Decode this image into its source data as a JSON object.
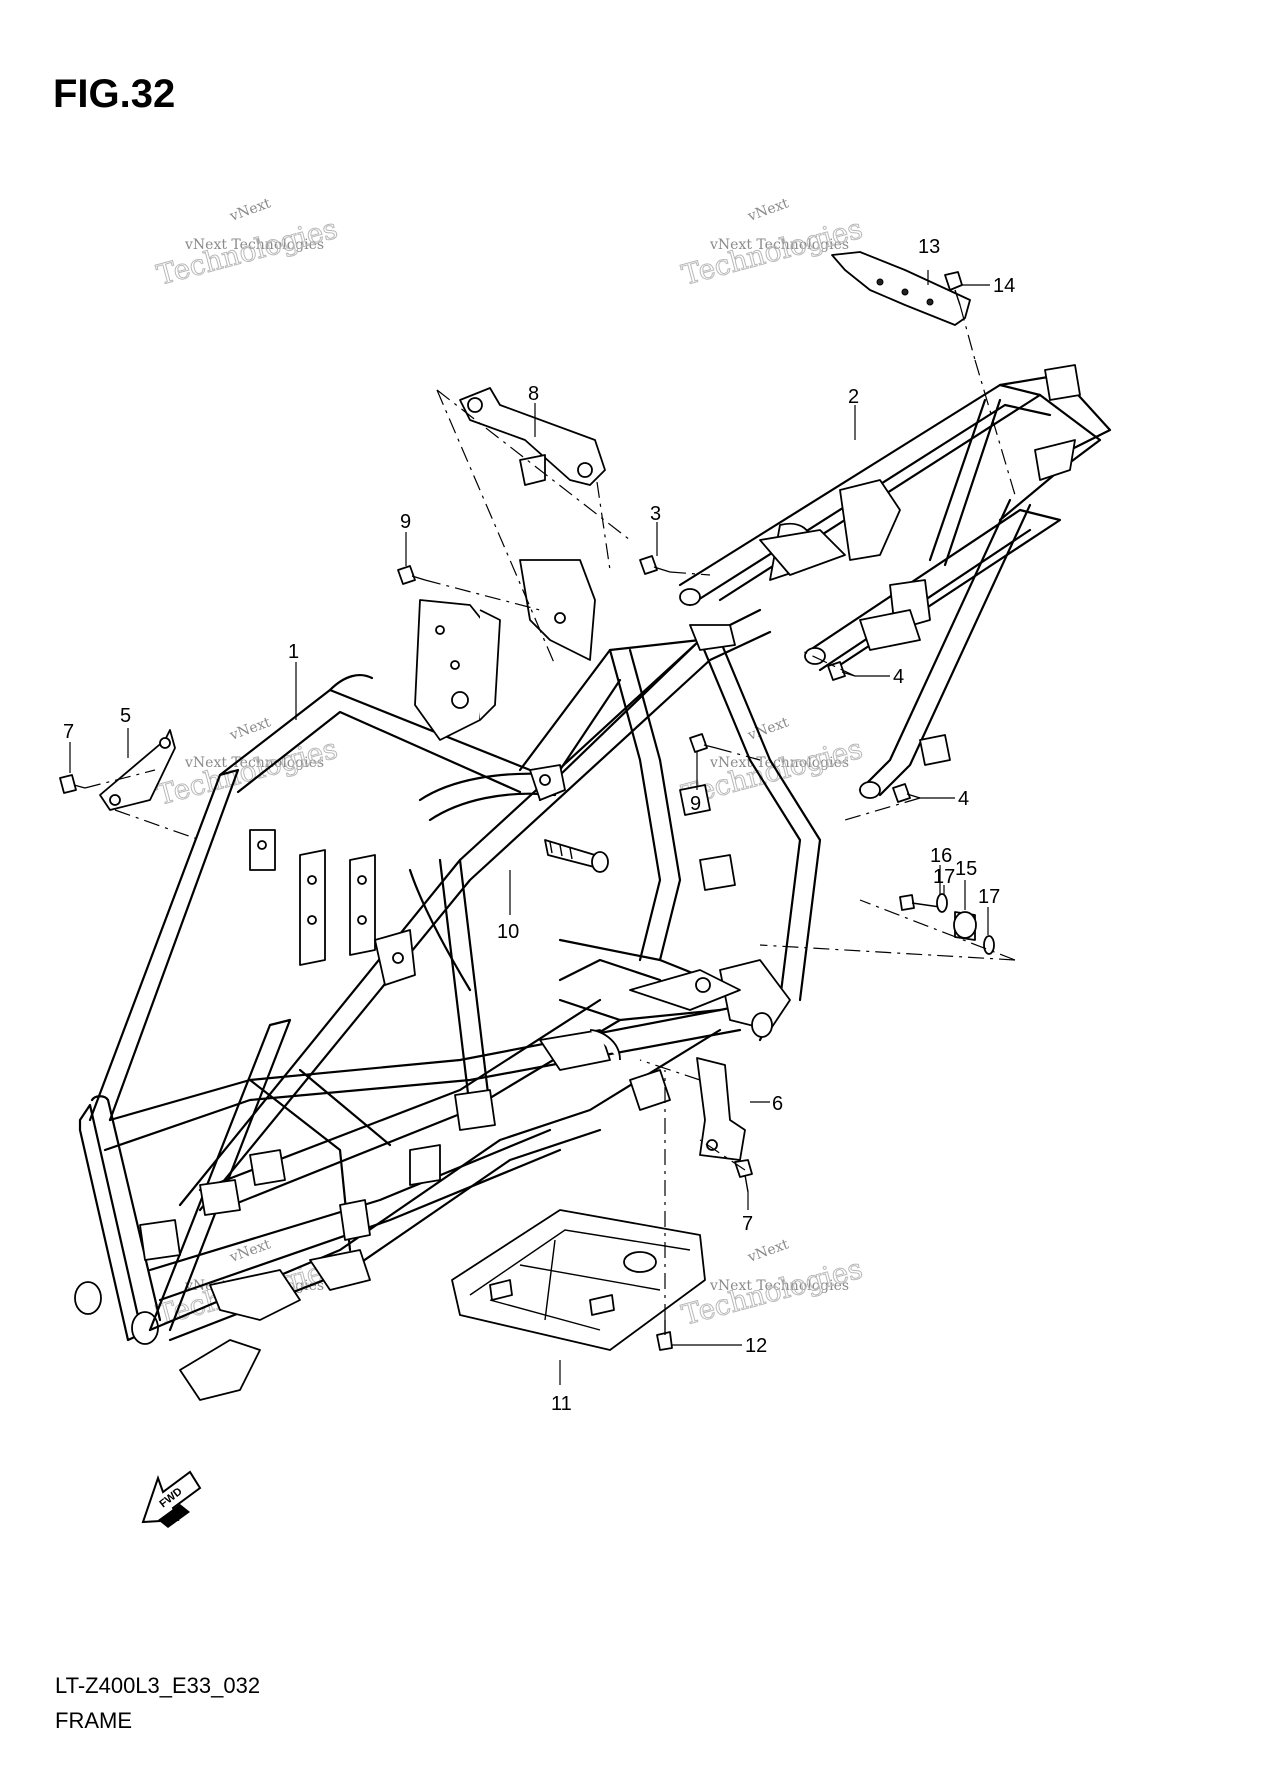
{
  "figure": {
    "title": "FIG.32",
    "model_code": "LT-Z400L3_E33_032",
    "section_name": "FRAME"
  },
  "watermark": {
    "line1": "vNext",
    "line2": "vNext Technologies",
    "line3": "Technologies"
  },
  "fwd_icon_label": "FWD",
  "callouts": {
    "c1": "1",
    "c2": "2",
    "c3": "3",
    "c4a": "4",
    "c4b": "4",
    "c5": "5",
    "c6": "6",
    "c7a": "7",
    "c7b": "7",
    "c8": "8",
    "c9a": "9",
    "c9b": "9",
    "c10": "10",
    "c11": "11",
    "c12": "12",
    "c13": "13",
    "c14": "14",
    "c15": "15",
    "c16": "16",
    "c17a": "17",
    "c17b": "17"
  }
}
